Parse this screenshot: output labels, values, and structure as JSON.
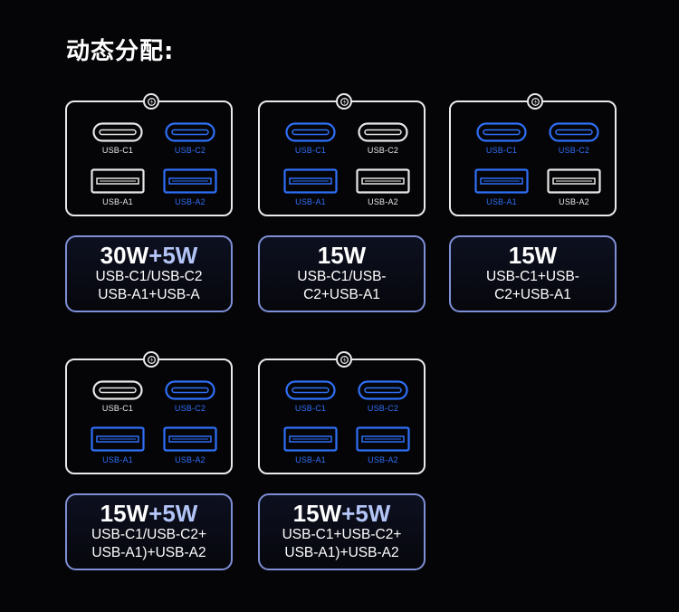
{
  "title": "动态分配:",
  "colors": {
    "white_port": "#e6e6e6",
    "blue_port": "#2f6ff7",
    "box_border": "#7e8fd6",
    "power_accent": "#b3c4f6"
  },
  "configs": [
    {
      "ports": [
        {
          "label": "USB-C1",
          "type": "c",
          "active": false
        },
        {
          "label": "USB-C2",
          "type": "c",
          "active": true
        },
        {
          "label": "USB-A1",
          "type": "a",
          "active": false
        },
        {
          "label": "USB-A2",
          "type": "a",
          "active": true
        }
      ],
      "power_main": "30W",
      "power_extra": "+5W",
      "desc_line1": "USB-C1/USB-C2",
      "desc_line2": "USB-A1+USB-A"
    },
    {
      "ports": [
        {
          "label": "USB-C1",
          "type": "c",
          "active": true
        },
        {
          "label": "USB-C2",
          "type": "c",
          "active": false
        },
        {
          "label": "USB-A1",
          "type": "a",
          "active": true
        },
        {
          "label": "USB-A2",
          "type": "a",
          "active": false
        }
      ],
      "power_main": "15W",
      "power_extra": "",
      "desc_line1": "USB-C1/USB-",
      "desc_line2": "C2+USB-A1"
    },
    {
      "ports": [
        {
          "label": "USB-C1",
          "type": "c",
          "active": true
        },
        {
          "label": "USB-C2",
          "type": "c",
          "active": true
        },
        {
          "label": "USB-A1",
          "type": "a",
          "active": true
        },
        {
          "label": "USB-A2",
          "type": "a",
          "active": false
        }
      ],
      "power_main": "15W",
      "power_extra": "",
      "desc_line1": "USB-C1+USB-",
      "desc_line2": "C2+USB-A1"
    },
    {
      "ports": [
        {
          "label": "USB-C1",
          "type": "c",
          "active": false
        },
        {
          "label": "USB-C2",
          "type": "c",
          "active": true
        },
        {
          "label": "USB-A1",
          "type": "a",
          "active": true
        },
        {
          "label": "USB-A2",
          "type": "a",
          "active": true
        }
      ],
      "power_main": "15W",
      "power_extra": "+5W",
      "desc_line1": "USB-C1/USB-C2+",
      "desc_line2": "USB-A1)+USB-A2"
    },
    {
      "ports": [
        {
          "label": "USB-C1",
          "type": "c",
          "active": true
        },
        {
          "label": "USB-C2",
          "type": "c",
          "active": true
        },
        {
          "label": "USB-A1",
          "type": "a",
          "active": true
        },
        {
          "label": "USB-A2",
          "type": "a",
          "active": true
        }
      ],
      "power_main": "15W",
      "power_extra": "+5W",
      "desc_line1": "USB-C1+USB-C2+",
      "desc_line2": "USB-A1)+USB-A2"
    }
  ]
}
